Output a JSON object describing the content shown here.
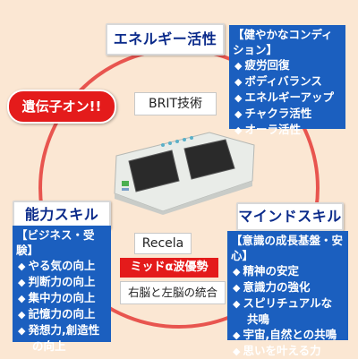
{
  "colors": {
    "background": "#fbe7d3",
    "ring": "#e8554f",
    "title_text": "#0a2a8a",
    "list_bg": "#1b5fbf",
    "badge_red": "#e41b1b"
  },
  "gene_badge": "遺伝子オン!!",
  "brit_label": "BRIT技術",
  "recela_label": "Recela",
  "wave_label": "ミッドα波優勢",
  "integration_label": "右脳と左脳の統合",
  "energy": {
    "title": "エネルギー活性",
    "heading": "【健やかなコンディション】",
    "items": [
      "疲労回復",
      "ボディバランス",
      "エネルギーアップ",
      "チャクラ活性",
      "オーラ活性"
    ]
  },
  "ability": {
    "title": "能力スキル",
    "heading": "【ビジネス・受験】",
    "items": [
      "やる気の向上",
      "判断力の向上",
      "集中力の向上",
      "記憶力の向上",
      "発想力,創造性"
    ],
    "last_continuation": "の向上"
  },
  "mind": {
    "title": "マインドスキル",
    "heading": "【意識の成長基盤・安心】",
    "items": [
      "精神の安定",
      "意識力の強化",
      "スピリチュアルな"
    ],
    "continuation": "共鳴",
    "items_after": [
      "宇宙,自然との共鳴",
      "思いを叶える力"
    ]
  },
  "icons": {
    "bullet": "diamond-bullet-icon",
    "device": "recela-device-icon"
  }
}
